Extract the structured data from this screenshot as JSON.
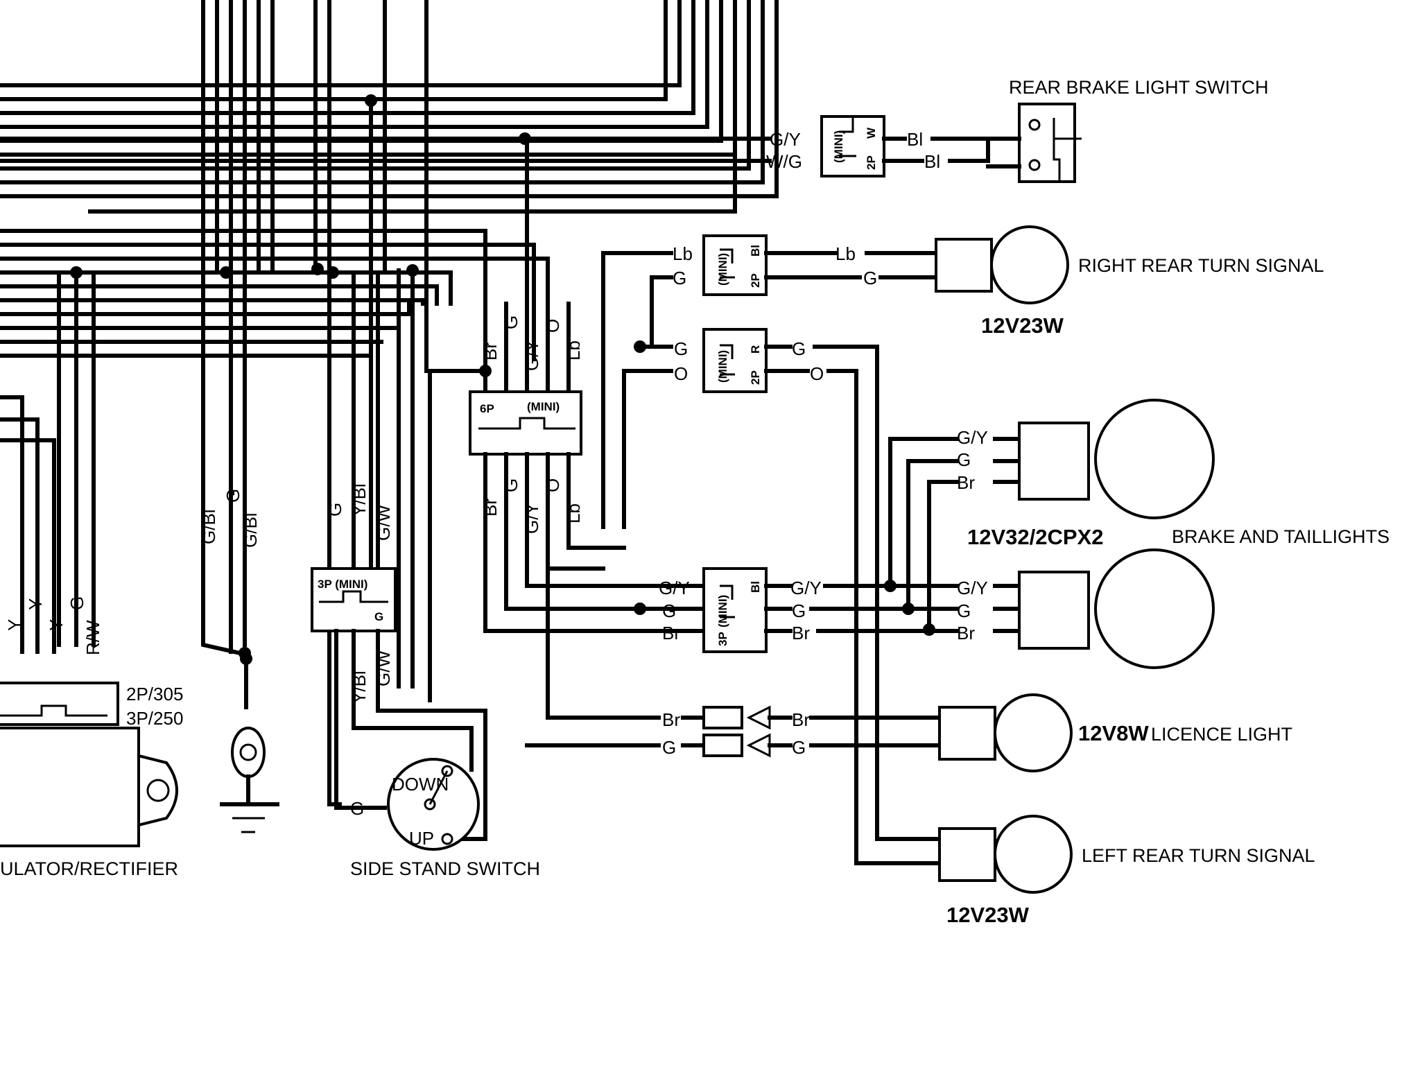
{
  "labels": {
    "rear_brake_light_switch": "REAR BRAKE LIGHT SWITCH",
    "right_rear_turn_signal": "RIGHT REAR TURN SIGNAL",
    "right_turn_rating": "12V23W",
    "brake_taillight_rating": "12V32/2CPX2",
    "brake_and_taillights": "BRAKE AND TAILLIGHTS",
    "licence_light_rating": "12V8W",
    "licence_light": "LICENCE LIGHT",
    "left_rear_turn_signal": "LEFT REAR TURN SIGNAL",
    "left_turn_rating": "12V23W",
    "side_stand_switch": "SIDE STAND SWITCH",
    "regulator_rectifier": "ULATOR/RECTIFIER",
    "reg_conn_2p": "2P/305",
    "reg_conn_3p": "3P/250",
    "switch_down": "DOWN",
    "switch_up": "UP"
  },
  "connectors": {
    "brake_switch": {
      "line1": "(MINI)",
      "line2": "2P",
      "line3": "W"
    },
    "right_turn": {
      "line1": "(MINI)",
      "line2": "2P",
      "line3": "Bl"
    },
    "center": {
      "line1": "(MINI)",
      "line2": "2P",
      "line3": "R"
    },
    "six_pin": {
      "size": "6P",
      "type": "(MINI)"
    },
    "three_pin_tail": {
      "line1": "(MINI)",
      "line2": "3P",
      "line3": "Bl"
    },
    "side_stand_3p": {
      "type": "3P (MINI)",
      "color": "G"
    }
  },
  "wire_colors": {
    "gy": "G/Y",
    "wg": "W/G",
    "bl": "Bl",
    "lb": "Lb",
    "g": "G",
    "o": "O",
    "br": "Br",
    "gbl": "G/Bl",
    "ybl": "Y/Bl",
    "gw": "G/W",
    "y": "Y",
    "rw": "R/W"
  }
}
